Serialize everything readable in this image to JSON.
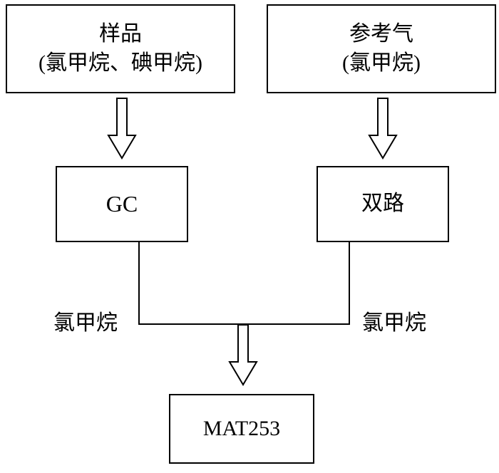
{
  "diagram": {
    "sample_box": {
      "line1": "样品",
      "line2": "(氯甲烷、碘甲烷)"
    },
    "reference_box": {
      "line1": "参考气",
      "line2": "(氯甲烷)"
    },
    "gc_box": {
      "label": "GC"
    },
    "dual_path_box": {
      "label": "双路"
    },
    "mat253_box": {
      "label": "MAT253"
    },
    "left_gas_label": "氯甲烷",
    "right_gas_label": "氯甲烷",
    "colors": {
      "line": "#000000",
      "background": "#ffffff",
      "text": "#000000"
    }
  }
}
